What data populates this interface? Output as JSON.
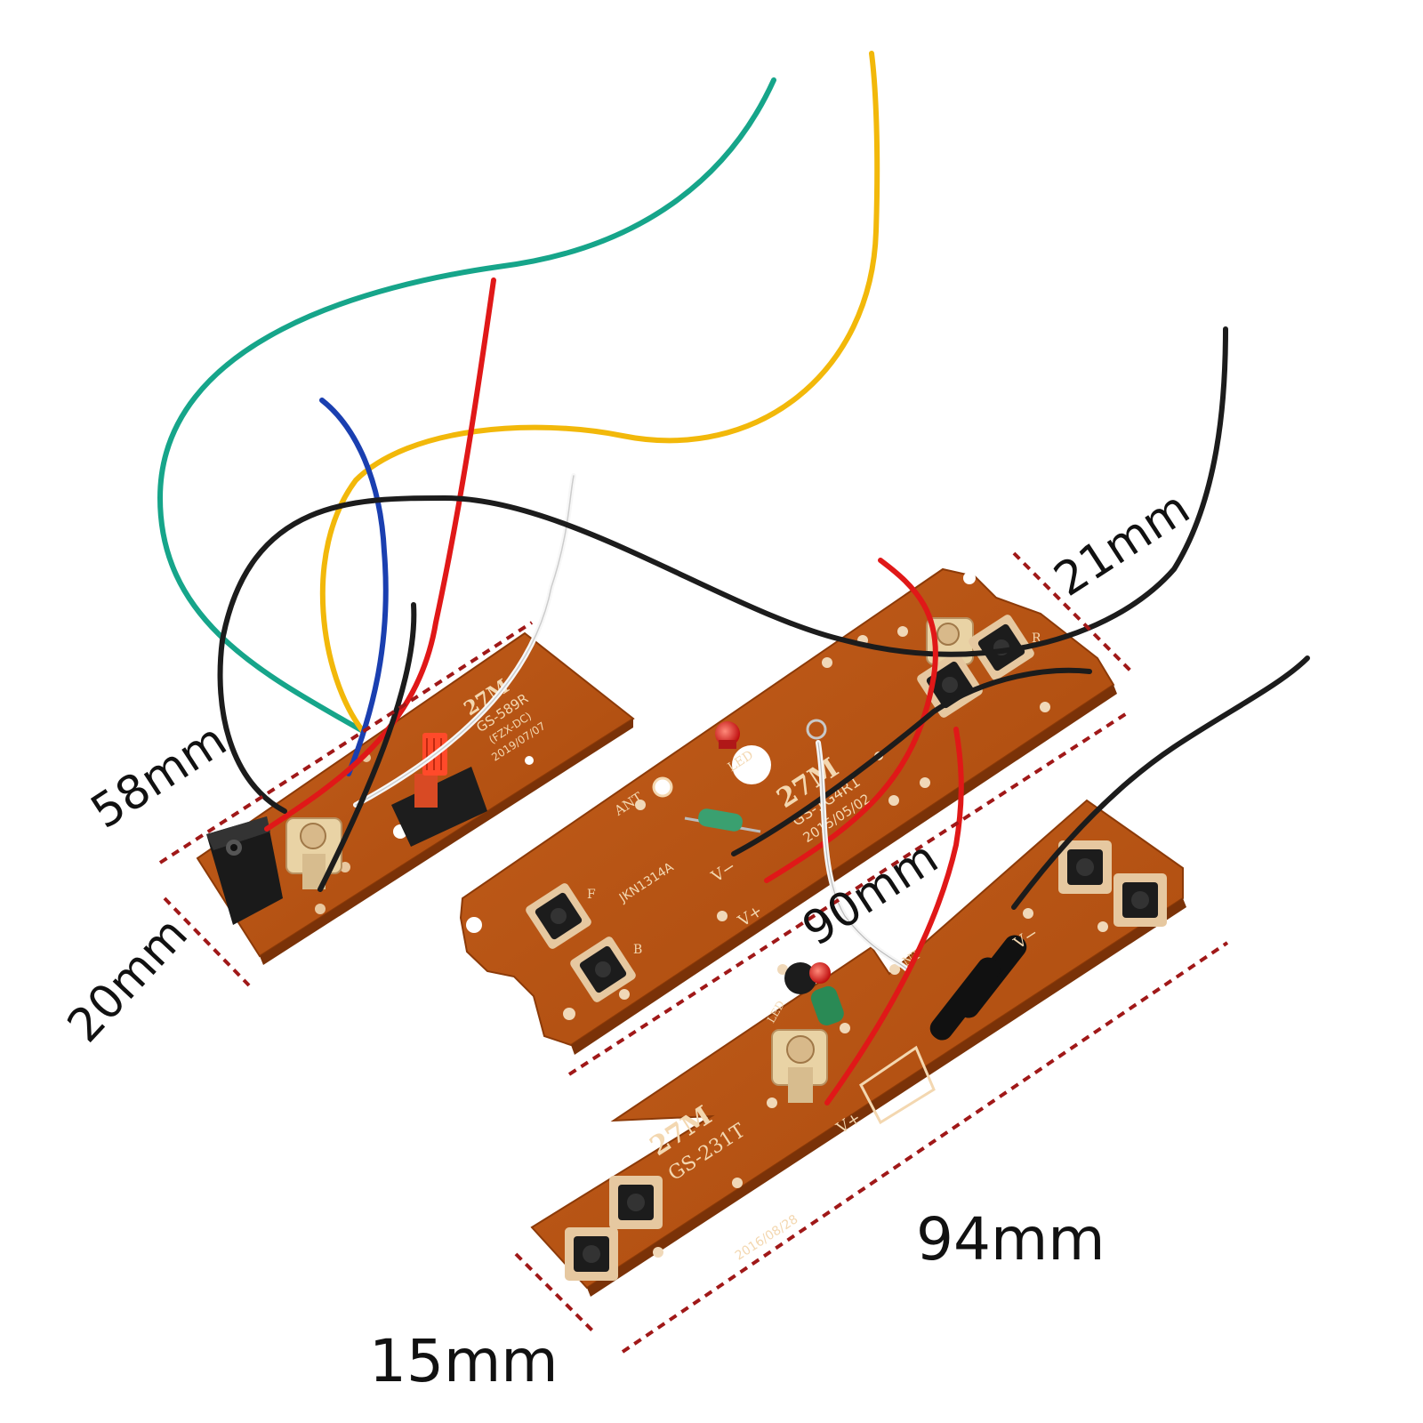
{
  "dimensions": {
    "receiver_length": "58mm",
    "receiver_width": "20mm",
    "middle_width": "21mm",
    "middle_length": "90mm",
    "bottom_length": "94mm",
    "bottom_width": "15mm"
  },
  "boards": {
    "receiver": {
      "freq": "27M",
      "model": "GS-589R",
      "variant": "(FZX-DC)",
      "date": "2019/07/07"
    },
    "middle": {
      "freq": "27M",
      "model": "GS-1G4R1",
      "date": "2015/05/02",
      "code": "JKN1314A",
      "led": "LED",
      "ant": "ANT",
      "v_minus": "V−",
      "v_plus": "V+",
      "btn_f": "F",
      "btn_b": "B",
      "btn_r": "R"
    },
    "bottom": {
      "freq": "27M",
      "model": "GS-231T",
      "date": "2016/08/28",
      "led": "LED",
      "ant": "ANT",
      "v_minus": "V−",
      "v_plus": "V+"
    }
  },
  "colors": {
    "pcb": "#b8510f",
    "dim_line": "#a01818",
    "wire_green": "#16a58a",
    "wire_yellow": "#f2b80a",
    "wire_red": "#e01818",
    "wire_blue": "#1a3fb0",
    "wire_white": "#f5f5f5",
    "wire_black": "#1c1c1c"
  }
}
